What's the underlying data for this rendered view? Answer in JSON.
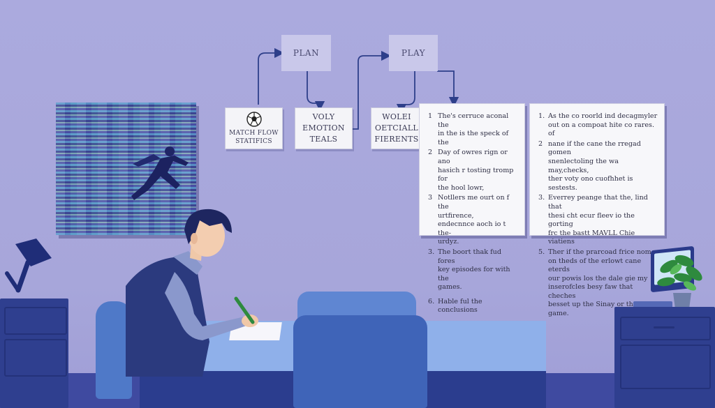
{
  "diagram": {
    "top_nodes": [
      {
        "label": "PLAN"
      },
      {
        "label": "PLAY"
      }
    ],
    "flow_boxes": [
      {
        "line1": "MATCH FLOW",
        "line2": "STATIFICS",
        "icon": "soccer-ball-icon"
      },
      {
        "line1": "VOLY",
        "line2": "EMOTION",
        "line3": "TEALS"
      },
      {
        "line1": "WOLEI",
        "line2": "OETCIALL",
        "line3": "FIERENTS"
      }
    ]
  },
  "notes_left": [
    {
      "n": "1",
      "text": "The's cerruce aconal the\nin the is the speck of the"
    },
    {
      "n": "2",
      "text": "Day of owres rign or ano\nhasich r tosting tromp for\nthe hool lowr,"
    },
    {
      "n": "3",
      "text": "Notllers me ourt on f the\nurtfirence,\nendecnnce aoch io t the-\nurdyz."
    },
    {
      "n": "3.",
      "text": "The boort thak fud fores\nkey episodes for with the\ngames."
    },
    {
      "n": "6.",
      "text": "Hable ful the conclusions"
    }
  ],
  "notes_right": [
    {
      "n": "1.",
      "text": "As the co roorld ind decagmyler\nout on a compoat hite co rares. of"
    },
    {
      "n": "2",
      "text": "nane if the cane the rregad gomen\nsnenlectoling the wa may,checks,\nther voty ono cuofhhet is sestests."
    },
    {
      "n": "3.",
      "text": "Everrey peange that the, lind that\nthesi cht ecur fleev io the gorting\nfrc the bastt MAVLL Chie viatiens"
    },
    {
      "n": "5.",
      "text": "Ther if the prarcoad frice nome\non theds of the erlowt cane eterds\nour powis los the dale gie my\ninserofcles besy faw that cheches\nbesset up the Sinay or the game."
    }
  ],
  "colors": {
    "wall": "#a9a8dc",
    "floor": "#3f4aa0",
    "desk_top": "#8fb0ea",
    "desk_front": "#2b3d8e",
    "chair": "#4f79c8",
    "cabinet": "#2f3f8f",
    "arrow": "#2e3f8a"
  }
}
